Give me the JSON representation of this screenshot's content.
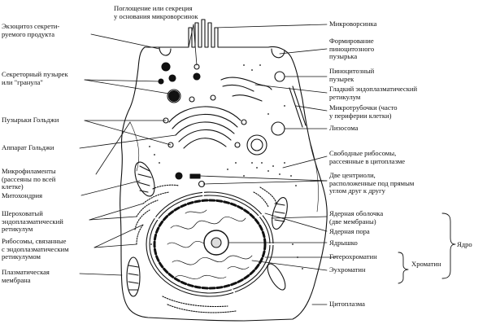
{
  "labels": {
    "exocytosis": "Экзоцитоз секрети-\nруемого продукта",
    "uptake": "Поглощение или секреция\nу основания микроворсинок",
    "microvillus": "Микроворсинка",
    "pinocytic_forming": "Формирование\nпиноцитозного\nпузырька",
    "secretory_vesicle": "Секреторный пузырек\nили \"гранула\"",
    "pinocytic_vesicle": "Пиноцитозный\nпузырек",
    "smooth_er": "Гладкий эндоплазматический\nретикулум",
    "microtubules": "Микротрубочки (часто\nу периферии клетки)",
    "golgi_vesicles": "Пузырьки Гольджи",
    "lysosome": "Лизосома",
    "golgi": "Аппарат Гольджи",
    "free_ribosomes": "Свободные рибосомы,\nрассеянные в цитоплазме",
    "microfilaments": "Микрофиламенты\n(рассеяны по всей\nклетке)",
    "centrioles": "Две центриоли,\nрасположенные под прямым\nуглом друг к другу",
    "mitochondrion": "Митохондрия",
    "rough_er": "Шероховатый\nэндоплазматический\nретикулум",
    "nuclear_envelope": "Ядерная оболочка\n(две мембраны)",
    "nuclear_pore": "Ядерная пора",
    "er_ribosomes": "Рибосомы, связанные\nс эндоплазматическим\nретикулумом",
    "nucleolus": "Ядрышко",
    "nucleus": "Ядро",
    "heterochromatin": "Гетерохроматин",
    "chromatin": "Хроматин",
    "plasma_membrane": "Плазматическая\nмембрана",
    "euchromatin": "Эухроматин",
    "cytoplasm": "Цитоплазма"
  },
  "colors": {
    "ink": "#111111",
    "paper": "#ffffff"
  }
}
